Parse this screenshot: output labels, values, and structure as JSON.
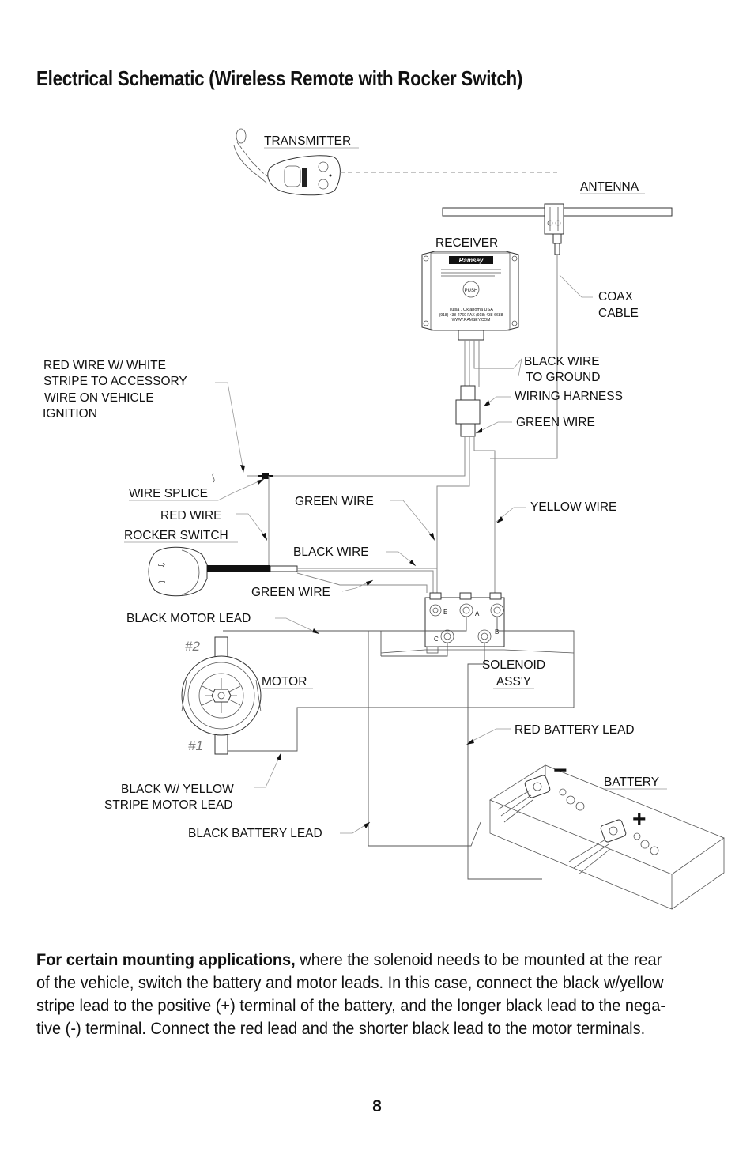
{
  "page": {
    "title": "Electrical Schematic (Wireless Remote with Rocker Switch)",
    "page_number": "8"
  },
  "diagram": {
    "labels": {
      "transmitter": "TRANSMITTER",
      "antenna": "ANTENNA",
      "receiver": "RECEIVER",
      "coax_cable_line1": "COAX",
      "coax_cable_line2": "CABLE",
      "black_wire_ground_line1": "BLACK WIRE",
      "black_wire_ground_line2": "TO GROUND",
      "wiring_harness": "WIRING HARNESS",
      "green_wire_harness": "GREEN WIRE",
      "red_white_line1": "RED WIRE W/ WHITE",
      "red_white_line2": "STRIPE TO ACCESSORY",
      "red_white_line3": "WIRE ON VEHICLE",
      "red_white_line4": "IGNITION",
      "wire_splice": "WIRE SPLICE",
      "red_wire": "RED WIRE",
      "rocker_switch": "ROCKER SWITCH",
      "green_wire_mid": "GREEN WIRE",
      "yellow_wire": "YELLOW WIRE",
      "black_wire_mid": "BLACK WIRE",
      "green_wire_switch": "GREEN WIRE",
      "black_motor_lead": "BLACK MOTOR LEAD",
      "motor": "MOTOR",
      "solenoid_line1": "SOLENOID",
      "solenoid_line2": "ASS'Y",
      "red_battery_lead": "RED BATTERY LEAD",
      "battery": "BATTERY",
      "black_yellow_line1": "BLACK W/ YELLOW",
      "black_yellow_line2": "STRIPE MOTOR LEAD",
      "black_battery_lead": "BLACK BATTERY LEAD"
    },
    "receiver_text": {
      "brand": "Ramsey",
      "push": "PUSH",
      "maker": "Tulsa , Oklahoma  USA",
      "phone": "(918) 438-2760    FAX (918) 438-6688",
      "web": "WWW.RAMSEY.COM"
    },
    "solenoid_terminals": {
      "e": "E",
      "a": "A",
      "c": "C",
      "b": "B"
    },
    "motor_terminals": {
      "top": "#2",
      "bottom": "#1"
    },
    "battery_polarity": {
      "negative": "−",
      "positive": "+"
    }
  },
  "note": {
    "lead_in": "For certain mounting applications,",
    "body": " where the solenoid needs to be mounted at the rear of the vehicle, switch the battery and motor leads. In this case, connect the black w/yellow stripe lead to the positive (+) terminal of the battery, and the longer black lead to the nega­tive (-) terminal. Connect the red lead and the shorter black lead to the motor terminals."
  }
}
